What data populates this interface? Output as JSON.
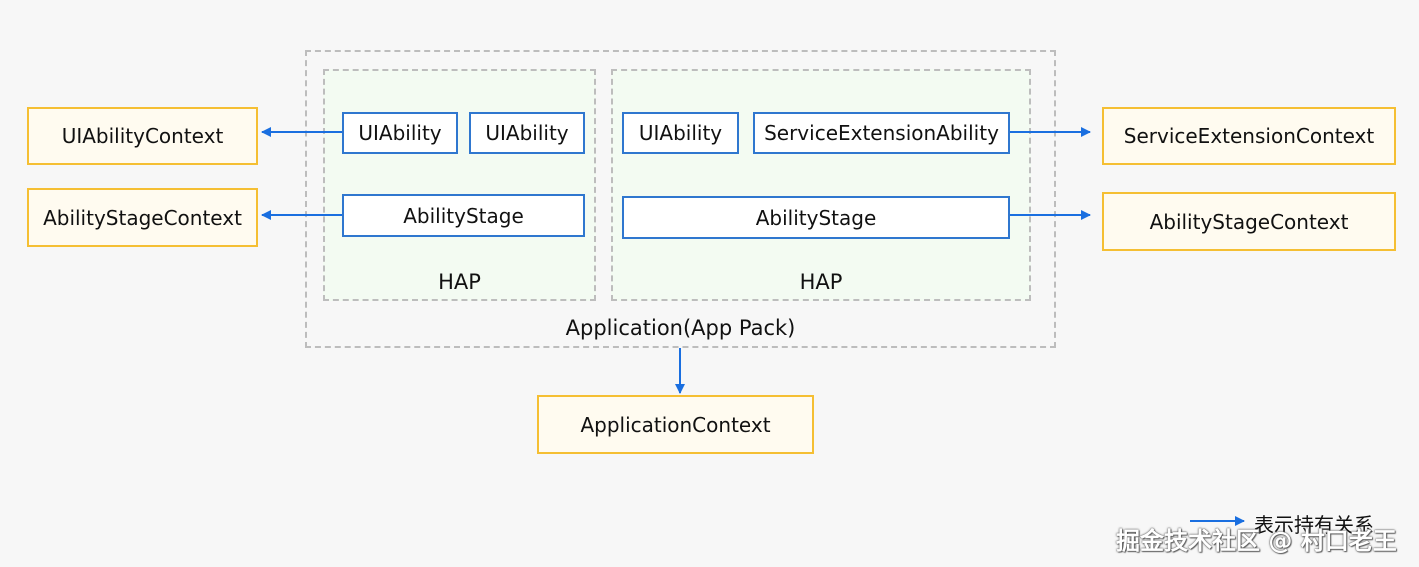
{
  "application": {
    "label": "Application(App Pack)",
    "haps": [
      {
        "label": "HAP",
        "abilities": [
          "UIAbility",
          "UIAbility"
        ],
        "stage": "AbilityStage"
      },
      {
        "label": "HAP",
        "abilities": [
          "UIAbility",
          "ServiceExtensionAbility"
        ],
        "stage": "AbilityStage"
      }
    ]
  },
  "contexts": {
    "left_top": "UIAbilityContext",
    "left_bottom": "AbilityStageContext",
    "right_top": "ServiceExtensionContext",
    "right_bottom": "AbilityStageContext",
    "application": "ApplicationContext"
  },
  "legend": {
    "text": "表示持有关系"
  },
  "watermark": {
    "text": "掘金技术社区 @ 村口老王"
  },
  "colors": {
    "ability_border": "#2f77cf",
    "context_border": "#f5bf33",
    "arrow": "#1a6fe0",
    "dashed_border": "#bdbdbd",
    "hap_fill": "#f3fbf2"
  }
}
